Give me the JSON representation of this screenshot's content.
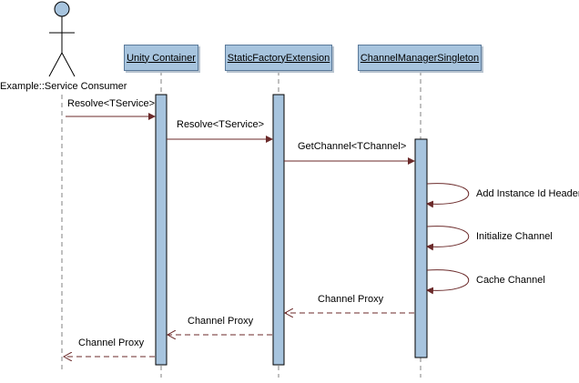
{
  "colors": {
    "box_fill": "#a7c4de",
    "box_border": "#5b7a9a",
    "activation_fill": "#a7c4de",
    "line": "#808080",
    "arrow": "#6b2a2a"
  },
  "participants": {
    "actor": {
      "label": "Example::Service Consumer",
      "icon": "stick-figure-icon"
    },
    "unity": {
      "label": "Unity Container"
    },
    "factory": {
      "label": "StaticFactoryExtension"
    },
    "channel_manager": {
      "label": "ChannelManagerSingleton"
    }
  },
  "messages": {
    "m1": {
      "label": "Resolve<TService>",
      "from": "actor",
      "to": "unity",
      "kind": "call"
    },
    "m2": {
      "label": "Resolve<TService>",
      "from": "unity",
      "to": "factory",
      "kind": "call"
    },
    "m3": {
      "label": "GetChannel<TChannel>",
      "from": "factory",
      "to": "channel_manager",
      "kind": "call"
    },
    "m4": {
      "label": "Add Instance Id Header",
      "from": "channel_manager",
      "to": "channel_manager",
      "kind": "self"
    },
    "m5": {
      "label": "Initialize Channel",
      "from": "channel_manager",
      "to": "channel_manager",
      "kind": "self"
    },
    "m6": {
      "label": "Cache Channel",
      "from": "channel_manager",
      "to": "channel_manager",
      "kind": "self"
    },
    "m7": {
      "label": "Channel Proxy",
      "from": "channel_manager",
      "to": "factory",
      "kind": "return"
    },
    "m8": {
      "label": "Channel Proxy",
      "from": "factory",
      "to": "unity",
      "kind": "return"
    },
    "m9": {
      "label": "Channel Proxy",
      "from": "unity",
      "to": "actor",
      "kind": "return"
    }
  }
}
